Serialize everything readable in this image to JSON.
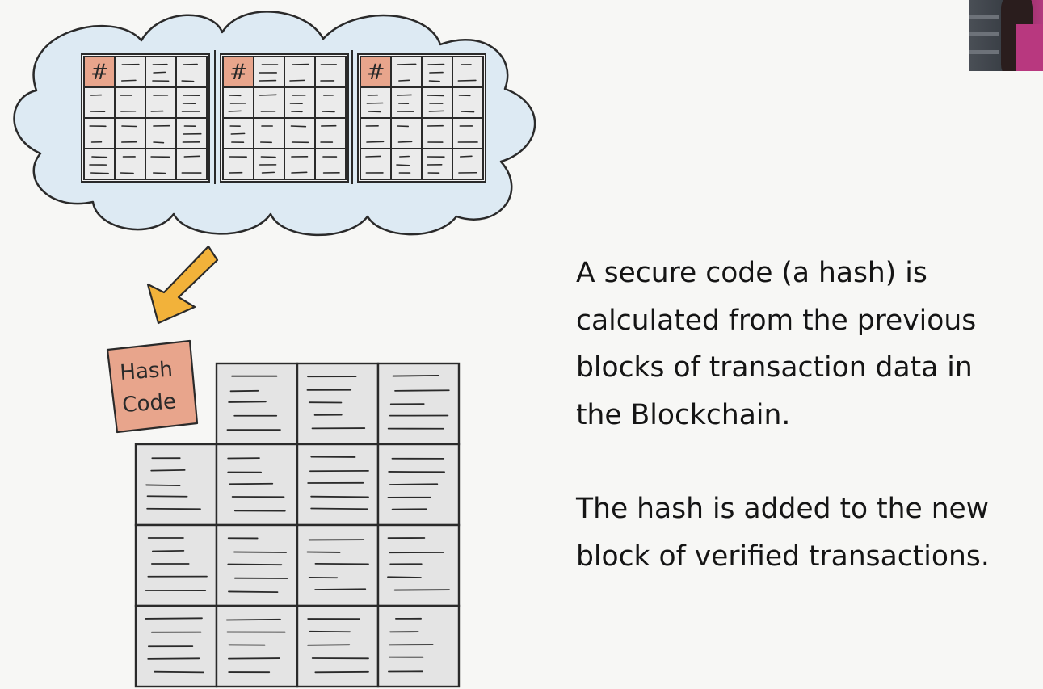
{
  "diagram": {
    "hash_symbol": "#",
    "hash_code_label": [
      "Hash",
      "Code"
    ],
    "colors": {
      "cloud_fill": "#ddeaf3",
      "hash_cell": "#e8a58c",
      "arrow": "#f2b23a",
      "cells": "#e4e4e4"
    }
  },
  "text": {
    "paragraph1": [
      "A secure code (a hash) is",
      "calculated from the previous",
      "blocks of transaction data in",
      "the Blockchain."
    ],
    "paragraph2": [
      "The hash is added to the new",
      "block of verified transactions."
    ]
  },
  "presenter_thumbnail": {
    "icon": "presenter-video-thumbnail"
  }
}
